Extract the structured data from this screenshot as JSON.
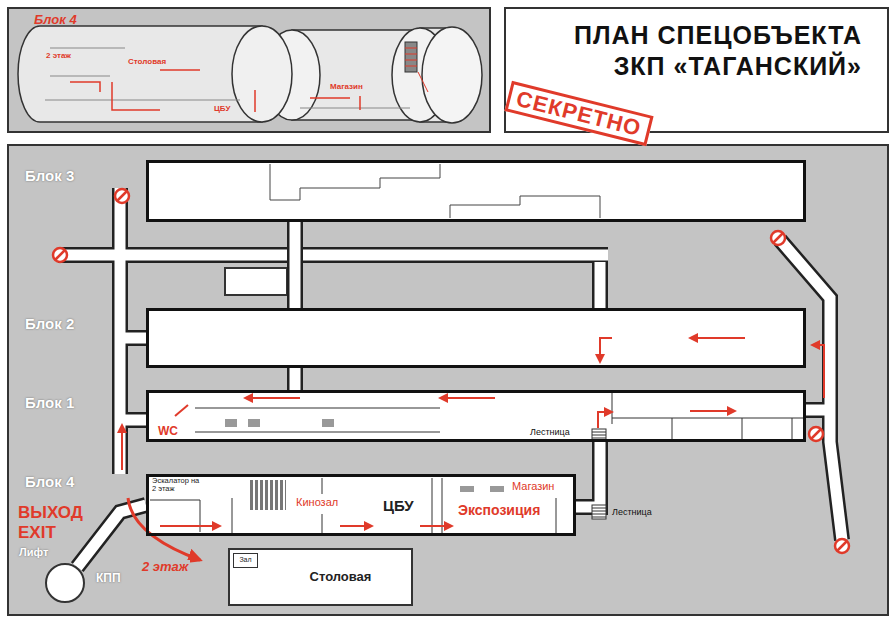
{
  "diagram": {
    "title": "ПЛАН СПЕЦОБЪЕКТА ЗКП «ТАГАНСКИЙ»",
    "nodes": [
      {
        "text": [
          "Блок 3"
        ]
      },
      {
        "text": [
          "Блок 2"
        ]
      },
      {
        "text": [
          "Блок 1"
        ]
      },
      {
        "text": [
          "Блок 4"
        ]
      },
      {
        "text": [
          "Лифт"
        ]
      },
      {
        "text": [
          "Столовая"
        ]
      },
      {
        "text": [
          "Зал"
        ],
        "in": 5
      }
    ],
    "edges": [
      {
        "from": 0,
        "to": 1,
        "arrow": "none"
      },
      {
        "from": 1,
        "to": 2,
        "arrow": "none"
      },
      {
        "from": 2,
        "to": 3,
        "arrow": "none"
      },
      {
        "from": 4,
        "to": 3,
        "arrow": "none"
      }
    ],
    "labels": [
      "Блок 4",
      "2 этаж",
      "Столовая",
      "ЦБУ",
      "Магазин",
      "СЕКРЕТНО",
      "WC",
      "Лестница",
      "Эскалатор на 2 этаж",
      "Кинозал",
      "ЦБУ",
      "Экспозиция",
      "Магазин",
      "Лестница",
      "ВЫХОД",
      "EXIT",
      "КПП",
      "2 этаж"
    ]
  }
}
